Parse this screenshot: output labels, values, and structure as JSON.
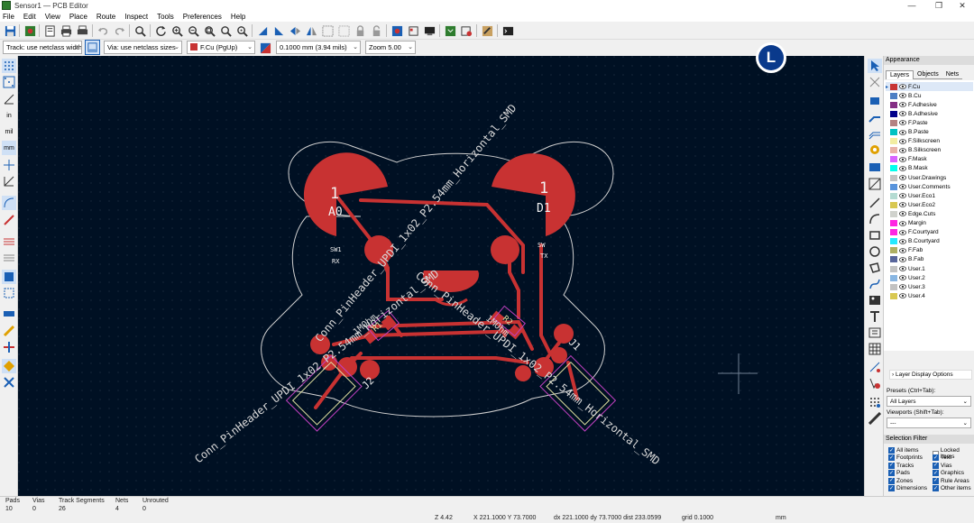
{
  "window": {
    "title": "Sensor1 — PCB Editor"
  },
  "menu": [
    "File",
    "Edit",
    "View",
    "Place",
    "Route",
    "Inspect",
    "Tools",
    "Preferences",
    "Help"
  ],
  "toolbar2": {
    "track": "Track: use netclass width",
    "via": "Via: use netclass sizes",
    "layer": "F.Cu (PgUp)",
    "grid": "0.1000 mm (3.94 mils)",
    "zoom": "Zoom 5.00"
  },
  "colors": {
    "copper": "#c83232",
    "board_bg": "#001023",
    "outline": "#d0d0d0",
    "silk": "#f2f2f2",
    "courtyard": "#c040c0",
    "fab": "#e0e0a0",
    "accent": "#1a5fb4"
  },
  "badge": "L",
  "board": {
    "pad_left_num": "1",
    "pad_left_name": "A0",
    "pad_right_num": "1",
    "pad_right_name": "D1",
    "sw1_left": "SW1",
    "rx": "RX",
    "sw1_right": "SW",
    "tx": "TX",
    "fp_left": "Conn_PinHeader_UPDI_1x02_P2.54mm_Horizontal_SMD",
    "fp_right": "Conn_PinHeader_UPDI_1x02_P2.54mm_Horizontal_SMD",
    "fp_center": "Conn_PinHeader_UPDI_1x02_P2.54mm_Horizontal_SMD",
    "r1_val": "1MOhm",
    "r2_val": "1MOhm",
    "j1": "J1",
    "j2": "J2",
    "r1": "R1",
    "r2": "R2"
  },
  "appearance": {
    "title": "Appearance",
    "tabs": [
      "Layers",
      "Objects",
      "Nets"
    ],
    "layers": [
      {
        "name": "F.Cu",
        "color": "#c83434",
        "active": true
      },
      {
        "name": "B.Cu",
        "color": "#4d7fc4"
      },
      {
        "name": "F.Adhesive",
        "color": "#842e84"
      },
      {
        "name": "B.Adhesive",
        "color": "#00008a"
      },
      {
        "name": "F.Paste",
        "color": "#b48282"
      },
      {
        "name": "B.Paste",
        "color": "#00c2c2"
      },
      {
        "name": "F.Silkscreen",
        "color": "#f2eda1"
      },
      {
        "name": "B.Silkscreen",
        "color": "#e8b2a7"
      },
      {
        "name": "F.Mask",
        "color": "#d864ff"
      },
      {
        "name": "B.Mask",
        "color": "#02ffee"
      },
      {
        "name": "User.Drawings",
        "color": "#c2c2c2"
      },
      {
        "name": "User.Comments",
        "color": "#5994dc"
      },
      {
        "name": "User.Eco1",
        "color": "#b4dbd2"
      },
      {
        "name": "User.Eco2",
        "color": "#d8c852"
      },
      {
        "name": "Edge.Cuts",
        "color": "#d0d2cd"
      },
      {
        "name": "Margin",
        "color": "#ff26e2"
      },
      {
        "name": "F.Courtyard",
        "color": "#ff26e2"
      },
      {
        "name": "B.Courtyard",
        "color": "#26e9ff"
      },
      {
        "name": "F.Fab",
        "color": "#afaf63"
      },
      {
        "name": "B.Fab",
        "color": "#58659b"
      },
      {
        "name": "User.1",
        "color": "#c2c2c2"
      },
      {
        "name": "User.2",
        "color": "#89b6e2"
      },
      {
        "name": "User.3",
        "color": "#c2c2c2"
      },
      {
        "name": "User.4",
        "color": "#d8c852"
      }
    ],
    "layer_display_options": "Layer Display Options",
    "presets_label": "Presets (Ctrl+Tab):",
    "presets_value": "All Layers",
    "viewports_label": "Viewports (Shift+Tab):",
    "viewports_value": "---"
  },
  "selection_filter": {
    "title": "Selection Filter",
    "items": [
      {
        "label": "All items",
        "checked": true
      },
      {
        "label": "Locked items",
        "checked": false
      },
      {
        "label": "Footprints",
        "checked": true
      },
      {
        "label": "Text",
        "checked": true
      },
      {
        "label": "Tracks",
        "checked": true
      },
      {
        "label": "Vias",
        "checked": true
      },
      {
        "label": "Pads",
        "checked": true
      },
      {
        "label": "Graphics",
        "checked": true
      },
      {
        "label": "Zones",
        "checked": true
      },
      {
        "label": "Rule Areas",
        "checked": true
      },
      {
        "label": "Dimensions",
        "checked": true
      },
      {
        "label": "Other items",
        "checked": true
      }
    ]
  },
  "status": {
    "pads_label": "Pads",
    "pads": "10",
    "vias_label": "Vias",
    "vias": "0",
    "tracks_label": "Track Segments",
    "tracks": "26",
    "nets_label": "Nets",
    "nets": "4",
    "unrouted_label": "Unrouted",
    "unrouted": "0",
    "z": "Z 4.42",
    "xy": "X 221.1000  Y 73.7000",
    "dxy": "dx 221.1000  dy 73.7000  dist 233.0599",
    "grid": "grid 0.1000",
    "units": "mm"
  }
}
